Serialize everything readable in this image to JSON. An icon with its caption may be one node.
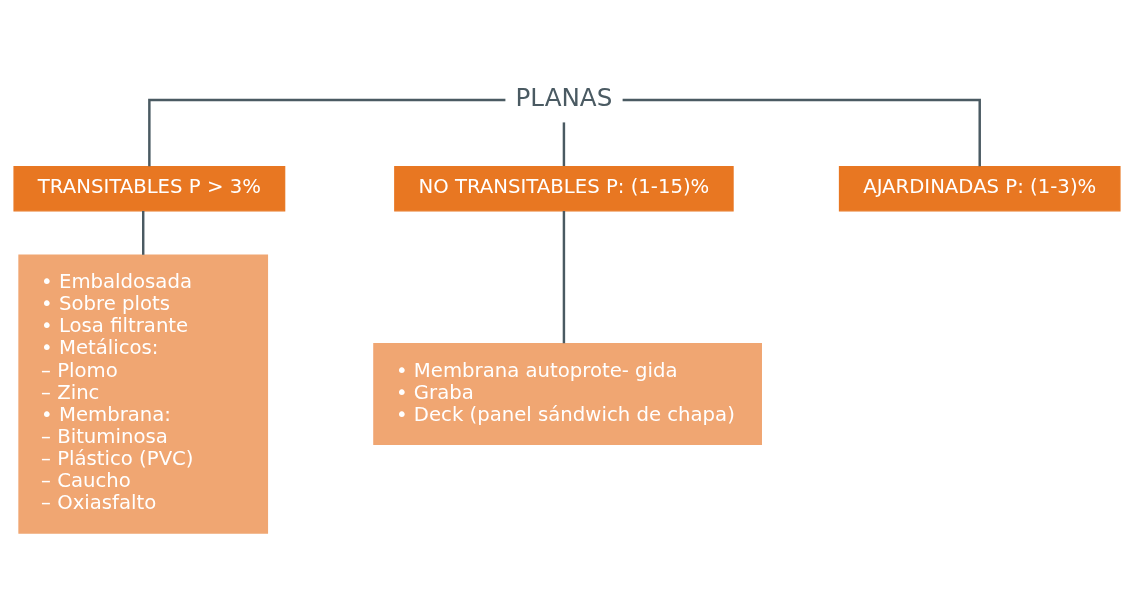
{
  "diagram": {
    "nodes": [
      {
        "text": [
          "PLANAS"
        ]
      },
      {
        "text": [
          "TRANSITABLES P > 3%"
        ]
      },
      {
        "text": [
          "NO TRANSITABLES P: (1-15)%"
        ]
      },
      {
        "text": [
          "AJARDINADAS P: (1-3)%"
        ]
      },
      {
        "text": [
          "• Embaldosada",
          "• Sobre plots",
          "• Losa filtrante",
          "• Metálicos:",
          "– Plomo",
          "– Zinc",
          "• Membrana:",
          "– Bituminosa",
          "– Plástico (PVC)",
          "– Caucho",
          "– Oxiasfalto"
        ]
      },
      {
        "text": [
          "• Membrana autoprote- gida",
          "• Graba",
          "• Deck (panel sándwich de chapa)"
        ]
      }
    ],
    "edges": [
      {
        "from": 0,
        "to": 1,
        "arrow": "none"
      },
      {
        "from": 0,
        "to": 2,
        "arrow": "none"
      },
      {
        "from": 0,
        "to": 3,
        "arrow": "none"
      },
      {
        "from": 1,
        "to": 4,
        "arrow": "none"
      },
      {
        "from": 2,
        "to": 5,
        "arrow": "none"
      }
    ]
  }
}
